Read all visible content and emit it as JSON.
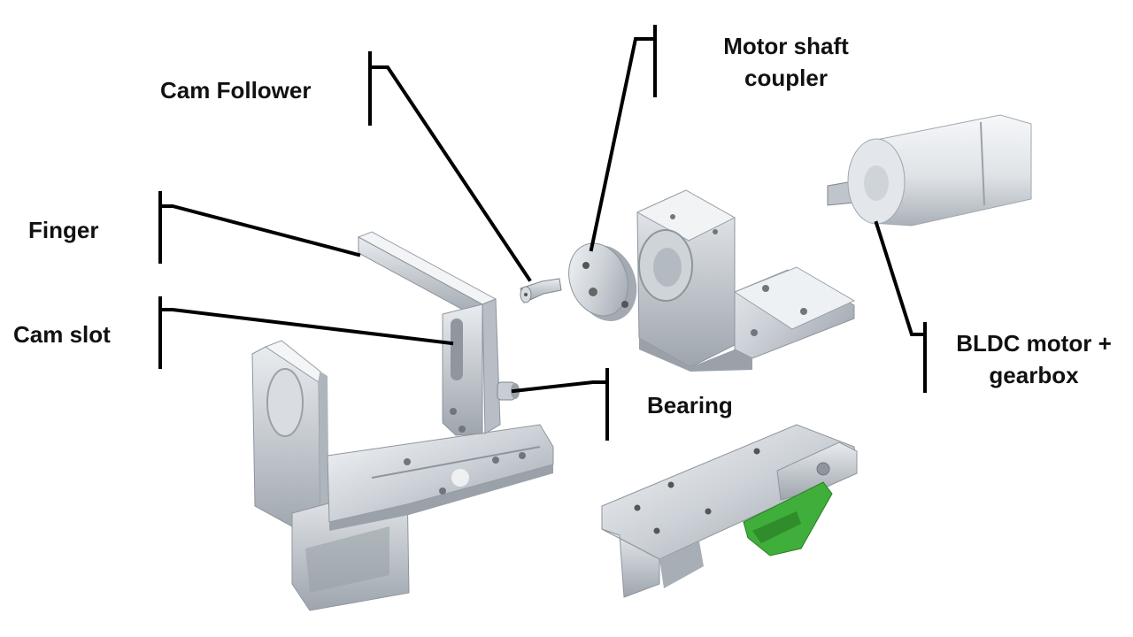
{
  "labels": {
    "cam_follower": "Cam Follower",
    "motor_shaft_coupler_1": "Motor shaft",
    "motor_shaft_coupler_2": "coupler",
    "finger": "Finger",
    "cam_slot": "Cam slot",
    "bearing": "Bearing",
    "bldc_1": "BLDC motor +",
    "bldc_2": "gearbox"
  },
  "colors": {
    "leader": "#000000",
    "metal_light": "#eef1f4",
    "metal_mid": "#c7ccd2",
    "metal_dark": "#8e959d",
    "pcb_green": "#3fae3a"
  }
}
